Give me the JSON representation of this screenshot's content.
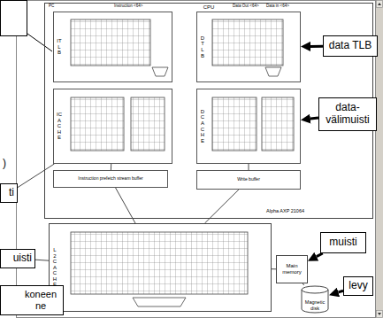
{
  "diagram": {
    "nodes": [
      {
        "text": [
          "CPU"
        ]
      },
      {
        "text": [
          "ITLB"
        ],
        "in": 0
      },
      {
        "text": [
          "DTLB"
        ],
        "in": 0
      },
      {
        "text": [
          "ICACHE"
        ],
        "in": 0
      },
      {
        "text": [
          "DCACHE"
        ],
        "in": 0
      },
      {
        "text": [
          "Instruction prefetch stream buffer"
        ],
        "in": 0
      },
      {
        "text": [
          "Write buffer"
        ],
        "in": 0
      },
      {
        "text": [
          "L2 CACHE"
        ]
      },
      {
        "text": [
          "Main memory"
        ]
      },
      {
        "text": [
          "Magnetic disk"
        ]
      },
      {
        "text": [
          "data TLB"
        ]
      },
      {
        "text": [
          "data- välimuisti"
        ]
      },
      {
        "text": [
          "muisti"
        ]
      },
      {
        "text": [
          "levy"
        ]
      },
      {
        "text": [
          "ti"
        ]
      },
      {
        "text": [
          "uisti"
        ]
      },
      {
        "text": [
          "koneen ne"
        ]
      }
    ],
    "edges": [
      {
        "from": 10,
        "to": 2,
        "arrow": "to"
      },
      {
        "from": 11,
        "to": 4,
        "arrow": "to"
      },
      {
        "from": 12,
        "to": 8,
        "arrow": "to"
      },
      {
        "from": 13,
        "to": 9,
        "arrow": "to"
      },
      {
        "from": 14,
        "to": 3,
        "arrow": "none"
      },
      {
        "from": 15,
        "to": 7,
        "arrow": "none"
      },
      {
        "from": 3,
        "to": 5,
        "arrow": "none"
      },
      {
        "from": 4,
        "to": 6,
        "arrow": "none"
      },
      {
        "from": 5,
        "to": 7,
        "arrow": "none"
      },
      {
        "from": 6,
        "to": 7,
        "arrow": "none"
      },
      {
        "from": 7,
        "to": 8,
        "arrow": "none"
      },
      {
        "from": 8,
        "to": 9,
        "arrow": "none"
      }
    ],
    "labels": [
      "PC",
      "Instruction <64>",
      "Data Out <64>",
      "Data in <64>",
      "Alpha AXP 21064",
      ")"
    ]
  }
}
